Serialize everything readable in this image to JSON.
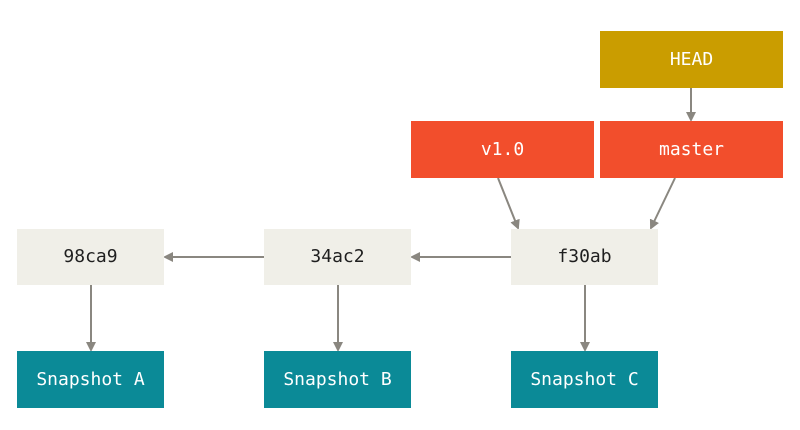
{
  "colors": {
    "commit_fill": "#f0efe8",
    "commit_text": "#1f1f1f",
    "ref_fill": "#f24e2c",
    "head_fill": "#ca9d00",
    "label_text": "#ffffff",
    "snapshot_fill": "#0b8a97",
    "arrow": "#8a8780"
  },
  "head": {
    "label": "HEAD"
  },
  "refs": [
    {
      "label": "v1.0"
    },
    {
      "label": "master"
    }
  ],
  "commits": [
    {
      "id": "98ca9",
      "snapshot": "Snapshot A"
    },
    {
      "id": "34ac2",
      "snapshot": "Snapshot B"
    },
    {
      "id": "f30ab",
      "snapshot": "Snapshot C"
    }
  ]
}
